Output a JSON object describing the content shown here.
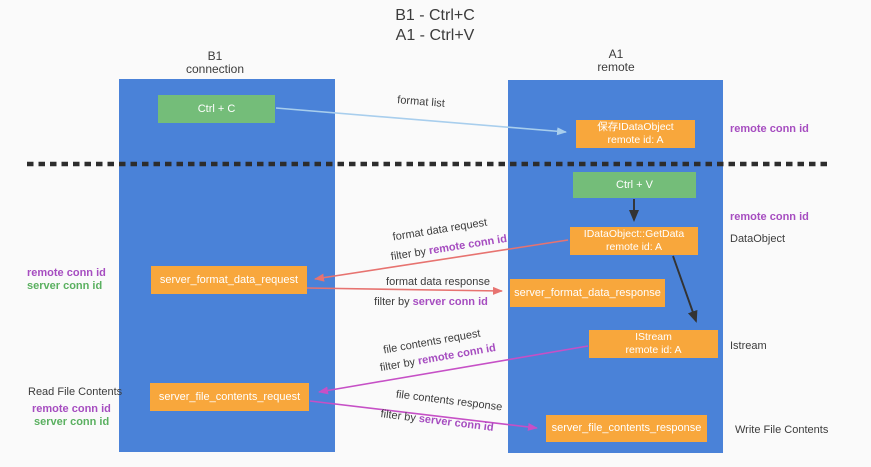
{
  "title": {
    "line1": "B1 - Ctrl+C",
    "line2": "A1 - Ctrl+V"
  },
  "lanes": {
    "left": {
      "name": "B1",
      "role": "connection"
    },
    "right": {
      "name": "A1",
      "role": "remote"
    }
  },
  "boxes": {
    "ctrl_c": {
      "label": "Ctrl + C"
    },
    "save_dataobject": {
      "line1": "保存IDataObject",
      "line2": "remote id: A"
    },
    "ctrl_v": {
      "label": "Ctrl + V"
    },
    "getdata": {
      "line1": "IDataObject::GetData",
      "line2": "remote id: A"
    },
    "format_request": {
      "label": "server_format_data_request"
    },
    "format_response": {
      "label": "server_format_data_response"
    },
    "istream": {
      "line1": "IStream",
      "line2": "remote id: A"
    },
    "file_request": {
      "label": "server_file_contents_request"
    },
    "file_response": {
      "label": "server_file_contents_response"
    }
  },
  "side_labels": {
    "right_remote_conn_top": "remote conn id",
    "right_remote_conn_mid": "remote conn id",
    "dataobject": "DataObject",
    "istream": "Istream",
    "write_file_contents": "Write File Contents",
    "left_remote_conn_mid": "remote conn id",
    "left_server_conn_mid": "server conn id",
    "read_file_contents": "Read File Contents",
    "left_remote_conn_bottom": "remote conn id",
    "left_server_conn_bottom": "server conn id"
  },
  "arrows": {
    "format_list": {
      "label": "format list"
    },
    "format_data_request": {
      "label": "format data request",
      "filter_prefix": "filter by ",
      "filter_key": "remote conn id"
    },
    "format_data_response": {
      "label": "format data response",
      "filter_prefix": "filter by ",
      "filter_key": "server conn id"
    },
    "file_contents_request": {
      "label": "file contents request",
      "filter_prefix": "filter by ",
      "filter_key": "remote conn id"
    },
    "file_contents_response": {
      "label": "file contents response",
      "filter_prefix": "filter by ",
      "filter_key": "server conn id"
    }
  },
  "colors": {
    "lane_blue": "#4a82d8",
    "green_box": "#74bd79",
    "orange_box": "#f8a73c",
    "arrow_blue": "#a8ceed",
    "arrow_salmon": "#e77370",
    "arrow_magenta": "#c650c6",
    "purple_text": "#a64dc0",
    "green_text": "#5ab060",
    "dark_text": "#3c3c3c",
    "background": "#fafafa"
  }
}
